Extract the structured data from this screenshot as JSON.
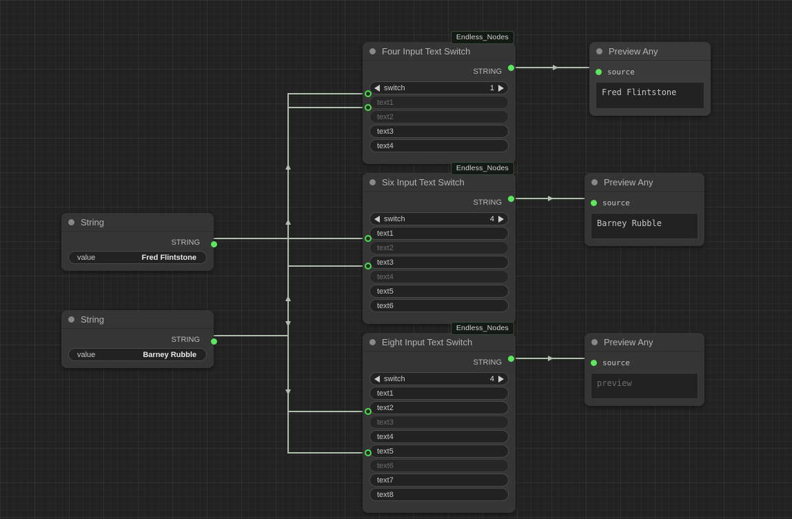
{
  "canvas": {
    "background_color": "#222222",
    "grid_color": "#2b2b2b",
    "link_color": "#b0bfae",
    "slot_color": "#5ee65e"
  },
  "badges": {
    "endless_nodes": "Endless_Nodes"
  },
  "nodes": {
    "string_fred": {
      "title": "String",
      "output_label": "STRING",
      "widget_name": "value",
      "widget_value": "Fred Flintstone"
    },
    "string_barney": {
      "title": "String",
      "output_label": "STRING",
      "widget_name": "value",
      "widget_value": "Barney Rubble"
    },
    "four_switch": {
      "title": "Four Input Text Switch",
      "badge": "Endless_Nodes",
      "output_label": "STRING",
      "switch_name": "switch",
      "switch_value": "1",
      "inputs": [
        {
          "label": "text1",
          "linked": true
        },
        {
          "label": "text2",
          "linked": true
        },
        {
          "label": "text3",
          "linked": false
        },
        {
          "label": "text4",
          "linked": false
        }
      ]
    },
    "six_switch": {
      "title": "Six Input Text Switch",
      "badge": "Endless_Nodes",
      "output_label": "STRING",
      "switch_name": "switch",
      "switch_value": "4",
      "inputs": [
        {
          "label": "text1",
          "linked": false
        },
        {
          "label": "text2",
          "linked": true
        },
        {
          "label": "text3",
          "linked": false
        },
        {
          "label": "text4",
          "linked": true
        },
        {
          "label": "text5",
          "linked": false
        },
        {
          "label": "text6",
          "linked": false
        }
      ]
    },
    "eight_switch": {
      "title": "Eight Input Text Switch",
      "badge": "Endless_Nodes",
      "output_label": "STRING",
      "switch_name": "switch",
      "switch_value": "4",
      "inputs": [
        {
          "label": "text1",
          "linked": false
        },
        {
          "label": "text2",
          "linked": false
        },
        {
          "label": "text3",
          "linked": true
        },
        {
          "label": "text4",
          "linked": false
        },
        {
          "label": "text5",
          "linked": false
        },
        {
          "label": "text6",
          "linked": true
        },
        {
          "label": "text7",
          "linked": false
        },
        {
          "label": "text8",
          "linked": false
        }
      ]
    },
    "preview_top": {
      "title": "Preview Any",
      "input_label": "source",
      "text": "Fred Flintstone",
      "is_placeholder": false
    },
    "preview_mid": {
      "title": "Preview Any",
      "input_label": "source",
      "text": "Barney Rubble",
      "is_placeholder": false
    },
    "preview_bottom": {
      "title": "Preview Any",
      "input_label": "source",
      "text": "preview",
      "is_placeholder": true
    }
  }
}
